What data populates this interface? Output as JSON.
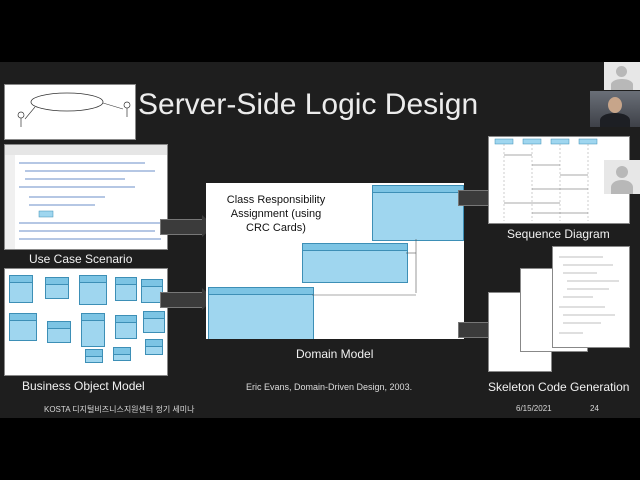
{
  "slide": {
    "title": "Server-Side Logic Design",
    "labels": {
      "use_case_scenario": "Use Case Scenario",
      "business_object_model": "Business Object Model",
      "domain_model": "Domain Model",
      "sequence_diagram": "Sequence Diagram",
      "skeleton_code_generation": "Skeleton Code Generation"
    },
    "crc_text": "Class Responsibility Assignment (using CRC Cards)",
    "citation": "Eric Evans, Domain-Driven Design, 2003."
  },
  "footer": {
    "organization": "KOSTA 디지털비즈니스지원센터 정기 세미나",
    "date": "6/15/2021",
    "page_number": "24"
  },
  "colors": {
    "background": "#000000",
    "slide": "#1e1e1e",
    "uml_box": "#9fd6ef"
  }
}
